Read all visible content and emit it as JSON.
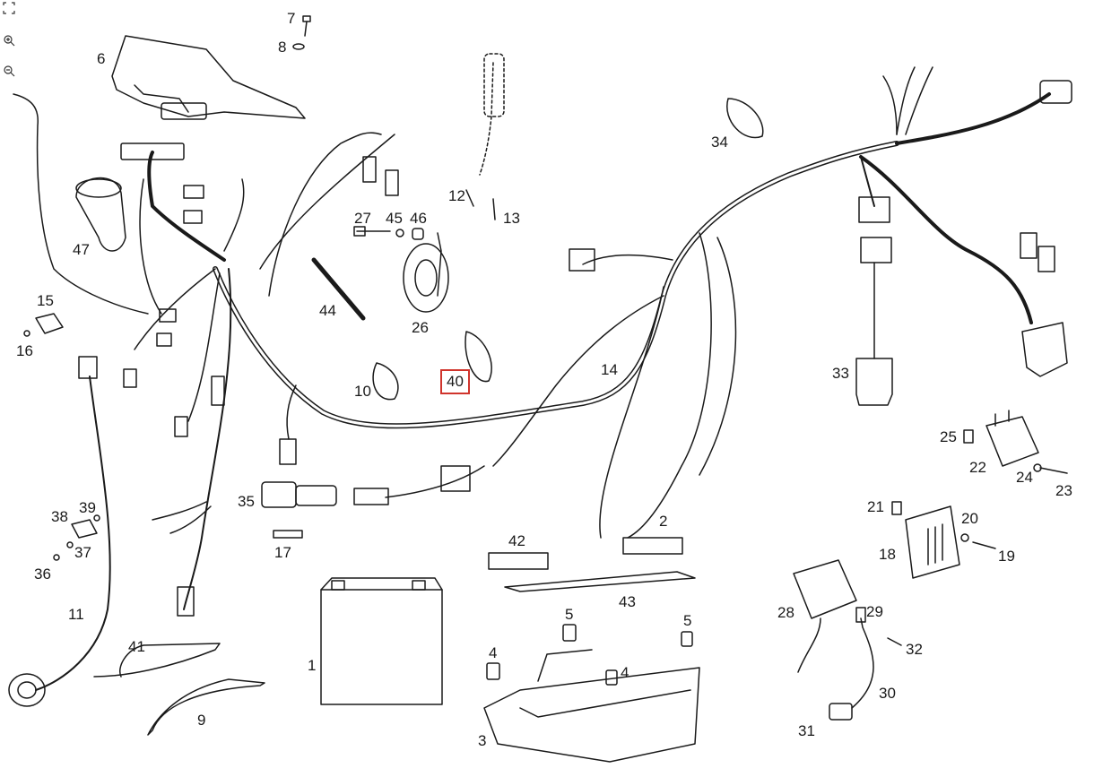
{
  "toolbar": {
    "icons": [
      "fit-to-screen-icon",
      "zoom-in-icon",
      "zoom-out-icon"
    ]
  },
  "diagram": {
    "highlighted_part": "40",
    "highlight_color": "#d0342c",
    "line_color": "#1a1a1a",
    "part_labels": [
      "1",
      "2",
      "3",
      "4",
      "4",
      "5",
      "5",
      "6",
      "7",
      "8",
      "9",
      "10",
      "11",
      "12",
      "13",
      "14",
      "15",
      "16",
      "17",
      "18",
      "19",
      "20",
      "21",
      "22",
      "23",
      "24",
      "25",
      "26",
      "27",
      "28",
      "29",
      "30",
      "31",
      "32",
      "33",
      "34",
      "35",
      "36",
      "37",
      "38",
      "39",
      "40",
      "41",
      "42",
      "43",
      "44",
      "45",
      "46",
      "47"
    ]
  }
}
